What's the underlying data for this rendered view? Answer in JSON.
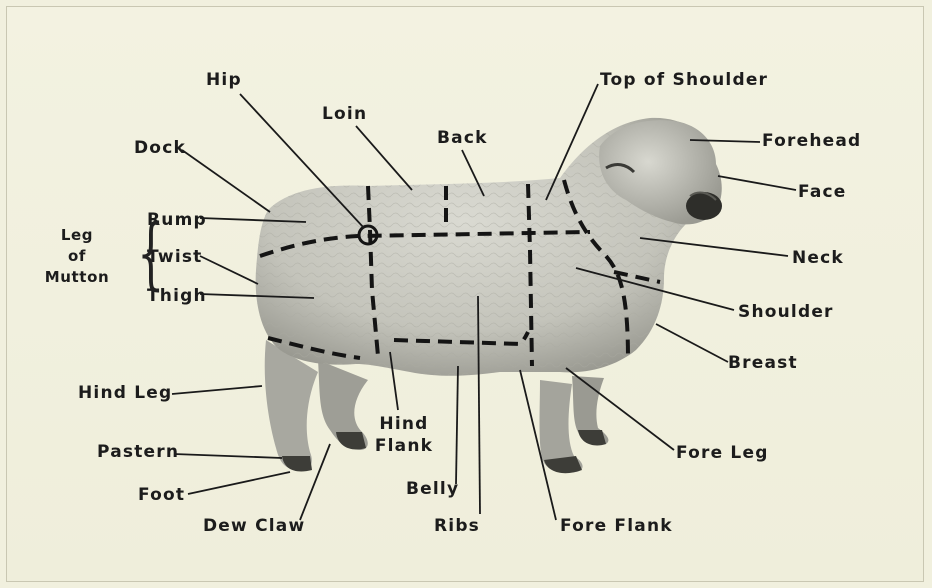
{
  "labels": {
    "hip": "Hip",
    "loin": "Loin",
    "back": "Back",
    "top_of_shoulder": "Top of Shoulder",
    "forehead": "Forehead",
    "dock": "Dock",
    "face": "Face",
    "rump": "Rump",
    "twist": "Twist",
    "thigh": "Thigh",
    "neck": "Neck",
    "shoulder": "Shoulder",
    "breast": "Breast",
    "hind_leg": "Hind Leg",
    "hind_flank": [
      "Hind",
      "Flank"
    ],
    "fore_leg": "Fore Leg",
    "pastern": "Pastern",
    "belly": "Belly",
    "foot": "Foot",
    "dew_claw": "Dew Claw",
    "ribs": "Ribs",
    "fore_flank": "Fore Flank"
  },
  "leg_of_mutton": [
    "Leg",
    "of",
    "Mutton"
  ],
  "colors": {
    "background": "#f1f0de",
    "ink": "#1c1c1c",
    "fleece": "#cfcfc6"
  }
}
